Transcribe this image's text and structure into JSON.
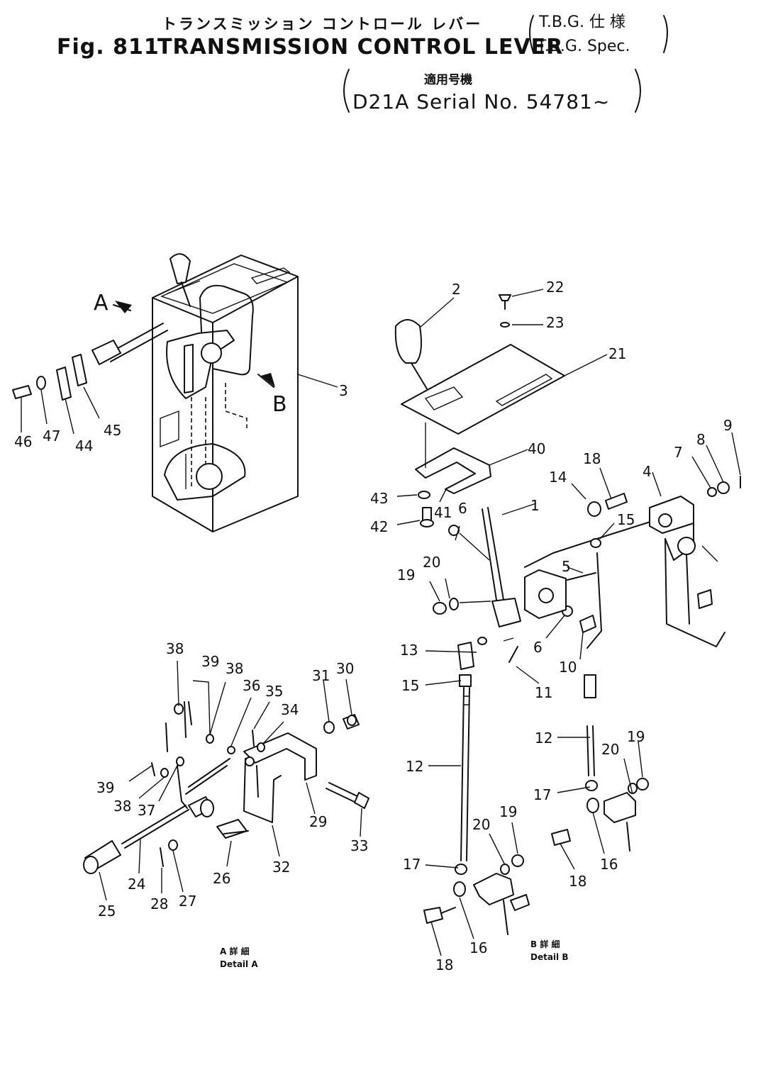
{
  "header": {
    "title_jp": "トランスミッション コントロール レバー",
    "spec_jp": "T.B.G. 仕 様",
    "fig_label": "Fig. 811",
    "title": "TRANSMISSION CONTROL LEVER",
    "spec": "T.B.G. Spec.",
    "applicable_jp": "適用号機",
    "serial": "D21A Serial No. 54781~"
  },
  "view_letters": {
    "a": "A",
    "b": "B"
  },
  "callouts": {
    "c1": "1",
    "c2": "2",
    "c3": "3",
    "c4": "4",
    "c5": "5",
    "c6a": "6",
    "c6b": "6",
    "c7": "7",
    "c8": "8",
    "c9": "9",
    "c10": "10",
    "c11": "11",
    "c12a": "12",
    "c12b": "12",
    "c13": "13",
    "c14": "14",
    "c15a": "15",
    "c15b": "15",
    "c16a": "16",
    "c16b": "16",
    "c17a": "17",
    "c17b": "17",
    "c18a": "18",
    "c18b": "18",
    "c18c": "18",
    "c19a": "19",
    "c19b": "19",
    "c19c": "19",
    "c20a": "20",
    "c20b": "20",
    "c20c": "20",
    "c21": "21",
    "c22": "22",
    "c23": "23",
    "c24": "24",
    "c25": "25",
    "c26": "26",
    "c27": "27",
    "c28": "28",
    "c29": "29",
    "c30": "30",
    "c31": "31",
    "c32": "32",
    "c33": "33",
    "c34": "34",
    "c35": "35",
    "c36": "36",
    "c37": "37",
    "c38a": "38",
    "c38b": "38",
    "c38c": "38",
    "c39a": "39",
    "c39b": "39",
    "c40": "40",
    "c41": "41",
    "c42": "42",
    "c43": "43",
    "c44": "44",
    "c45": "45",
    "c46": "46",
    "c47": "47"
  },
  "details": {
    "a_jp": "A 詳 細",
    "a": "Detail A",
    "b_jp": "B 詳 細",
    "b": "Detail B"
  }
}
